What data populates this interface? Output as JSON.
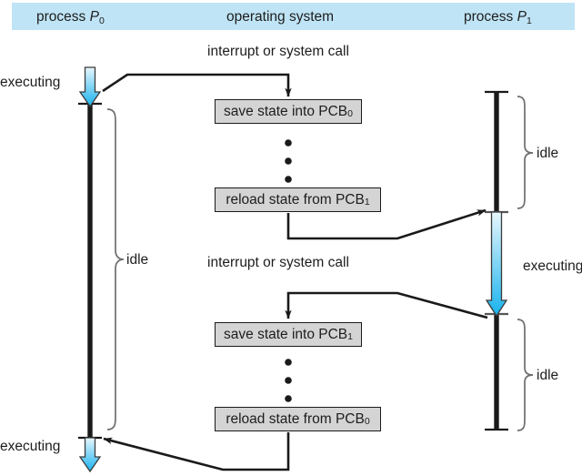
{
  "header": {
    "background_color": "#bfe4f5",
    "columns": [
      {
        "name": "process-p0",
        "text": "process ",
        "italic": "P",
        "sub": "0"
      },
      {
        "name": "operating-system",
        "text": "operating system",
        "italic": "",
        "sub": ""
      },
      {
        "name": "process-p1",
        "text": "process ",
        "italic": "P",
        "sub": "1"
      }
    ]
  },
  "labels": {
    "interrupt_1": "interrupt or system call",
    "interrupt_2": "interrupt or system call",
    "executing_p0_top": "executing",
    "executing_p0_bottom": "executing",
    "executing_p1": "executing",
    "idle_p0": "idle",
    "idle_p1_top": "idle",
    "idle_p1_bottom": "idle"
  },
  "boxes": [
    {
      "name": "save-state-pcb0",
      "text": "save state into PCB",
      "sub": "0"
    },
    {
      "name": "reload-state-pcb1",
      "text": "reload state from PCB",
      "sub": "1"
    },
    {
      "name": "save-state-pcb1",
      "text": "save state into PCB",
      "sub": "1"
    },
    {
      "name": "reload-state-pcb0",
      "text": "reload state from PCB",
      "sub": "0"
    }
  ],
  "colors": {
    "header_band": "#bfe4f5",
    "box_fill": "#d4d4d4",
    "box_stroke": "#1a1a1a",
    "timeline": "#1a1a1a",
    "arrow_blue_light": "#d8f0fb",
    "arrow_blue_dark": "#16b4ef",
    "brace": "#6e6e6e",
    "connector": "#1a1a1a"
  },
  "ellipsis_dots": 3
}
